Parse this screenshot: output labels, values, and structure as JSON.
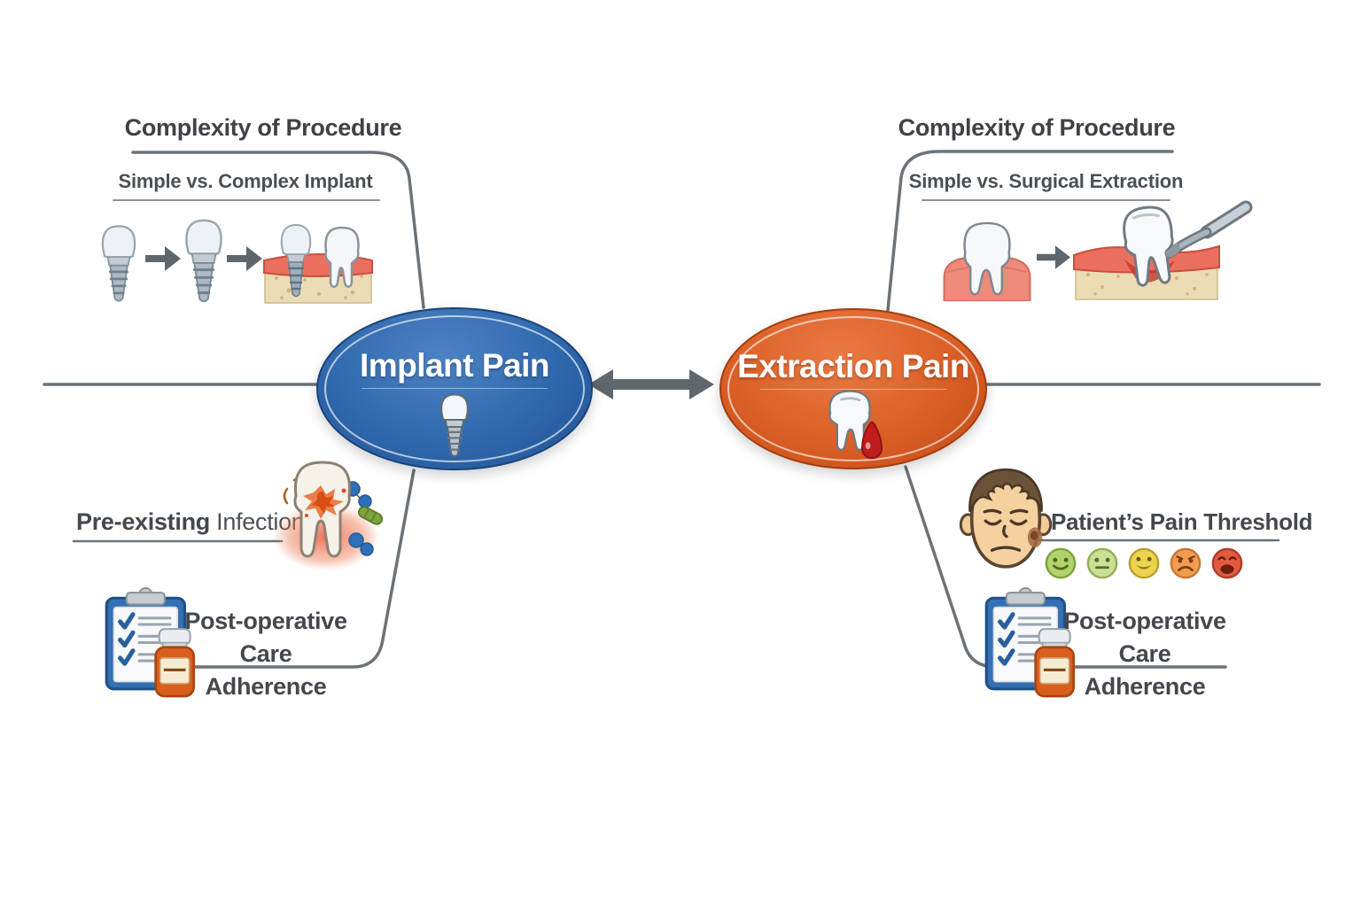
{
  "diagram": {
    "title_theme": "Implant Pain vs Extraction Pain factors",
    "nodes": {
      "implant": {
        "label": "Implant Pain",
        "color": "#3068ad"
      },
      "extraction": {
        "label": "Extraction Pain",
        "color": "#da5f26"
      }
    },
    "relation": {
      "type": "double-headed-arrow",
      "color": "#5f666c"
    },
    "factors": {
      "implant_complexity": {
        "title": "Complexity of Procedure",
        "subtitle": "Simple vs. Complex Implant"
      },
      "extraction_complexity": {
        "title": "Complexity of Procedure",
        "subtitle": "Simple vs. Surgical Extraction"
      },
      "infection": {
        "title_bold": "Pre-existing",
        "title_regular": "Infection"
      },
      "implant_postop": {
        "line1": "Post-operative",
        "line2": "Care Adherence"
      },
      "pain_threshold": {
        "title": "Patient’s Pain Threshold"
      },
      "extraction_postop": {
        "line1": "Post-operative",
        "line2": "Care Adherence"
      }
    },
    "pain_scale": [
      {
        "level": 1,
        "expression": "smiling",
        "color": "#aed46b"
      },
      {
        "level": 2,
        "expression": "neutral",
        "color": "#c9e095"
      },
      {
        "level": 3,
        "expression": "grinning",
        "color": "#ecd34f"
      },
      {
        "level": 4,
        "expression": "frowning",
        "color": "#f09c52"
      },
      {
        "level": 5,
        "expression": "crying-out",
        "color": "#e25b41"
      }
    ],
    "icon_names": [
      "implant-tooth-icon",
      "implant-in-gum-scene-icon",
      "right-arrow-icon",
      "tooth-in-gum-icon",
      "surgical-extraction-icon",
      "tooth-blood-drop-icon",
      "infected-tooth-icon",
      "patient-face-icon",
      "pain-scale-faces",
      "clipboard-checklist-icon",
      "medicine-bottle-icon"
    ],
    "connector_color": "#6b7278"
  }
}
